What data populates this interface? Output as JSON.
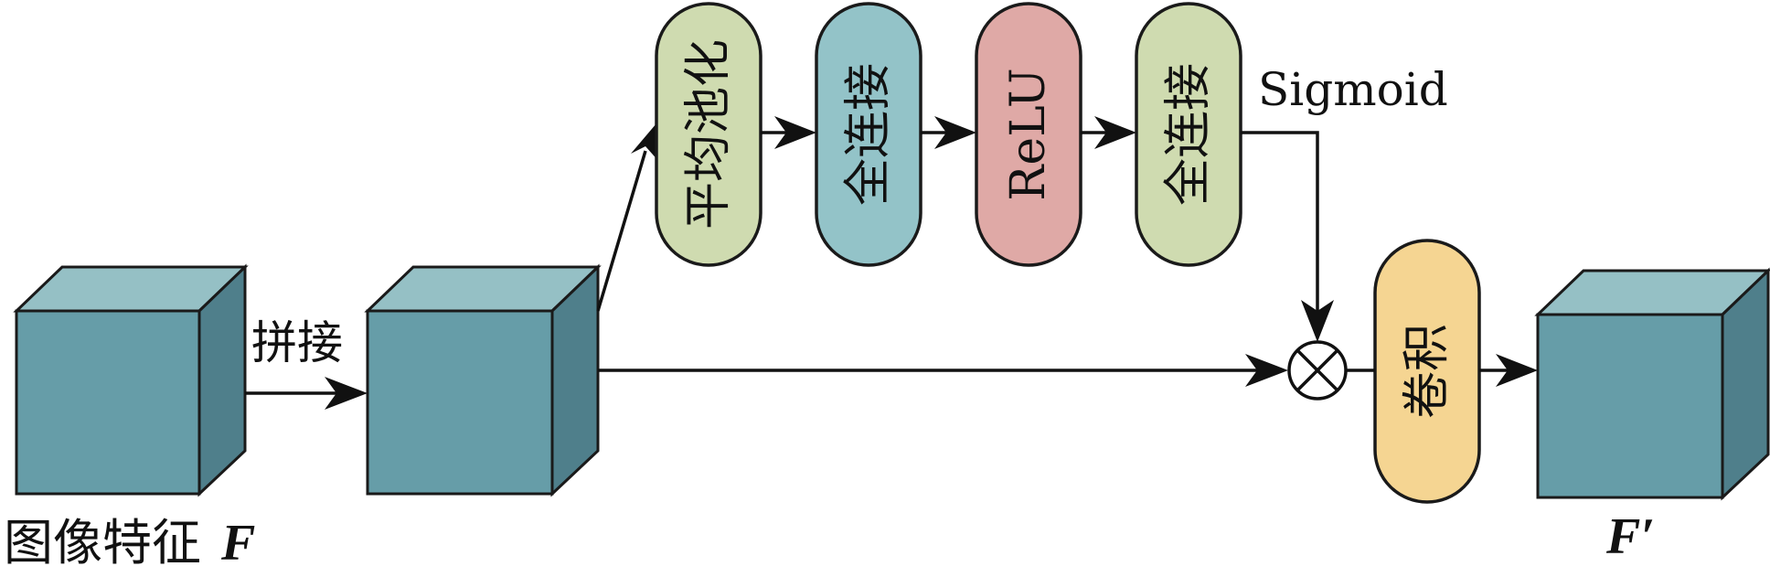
{
  "labels": {
    "input_feature": "图像特征",
    "input_symbol": "F",
    "output_symbol": "F′",
    "concat": "拼接",
    "sigmoid": "Sigmoid"
  },
  "blocks": {
    "avg_pool": "平均池化",
    "fc1": "全连接",
    "relu": "ReLU",
    "fc2": "全连接",
    "conv": "卷积"
  },
  "colors": {
    "cube_front": "#669da8",
    "cube_top": "#95c0c5",
    "cube_side": "#4f7f8b",
    "avg_pool": "#cfdbb0",
    "fc1": "#93c3c8",
    "relu": "#dfa9a6",
    "fc2": "#cfdbb0",
    "conv": "#f5d592"
  },
  "icons": {
    "multiply": "circled-times-icon"
  }
}
